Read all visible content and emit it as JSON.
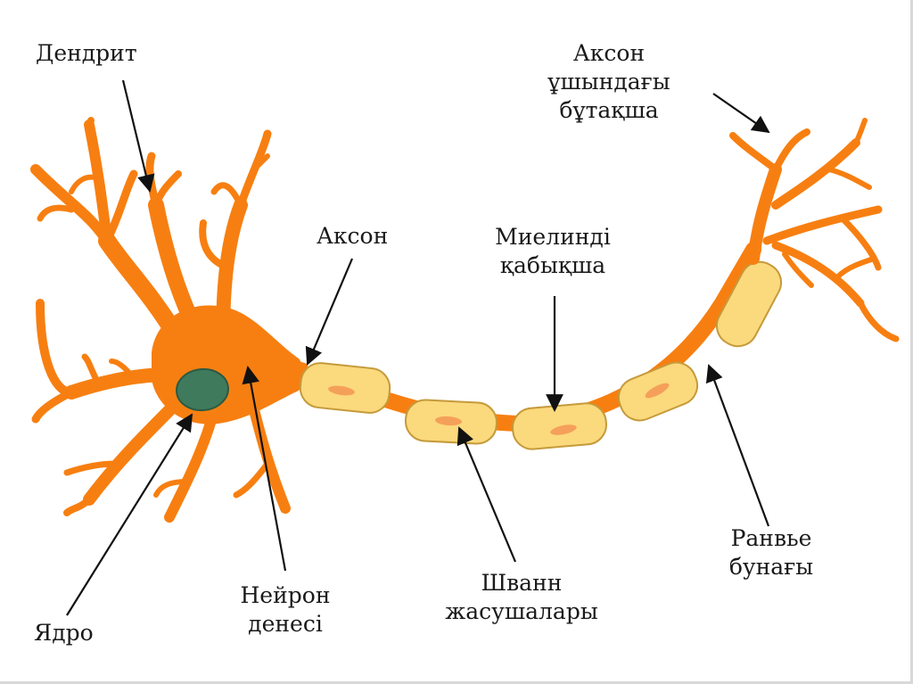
{
  "labels": {
    "dendrite": "Дендрит",
    "axon_terminal": [
      "Аксон",
      "ұшындағы",
      "бұтақша"
    ],
    "axon": "Аксон",
    "myelin": [
      "Миелинді",
      "қабықша"
    ],
    "nucleus": "Ядро",
    "cell_body": [
      "Нейрон",
      "денесі"
    ],
    "schwann": [
      "Шванн",
      "жасушалары"
    ],
    "ranvier": [
      "Ранвье",
      "бунағы"
    ]
  },
  "colors": {
    "neuron": "#f77f11",
    "neuron_outline": "#3a2a1a",
    "nucleus": "#3f7a5c",
    "myelin": "#fbd97d",
    "myelin_nucleus": "#f5a05a",
    "arrow": "#111111"
  }
}
